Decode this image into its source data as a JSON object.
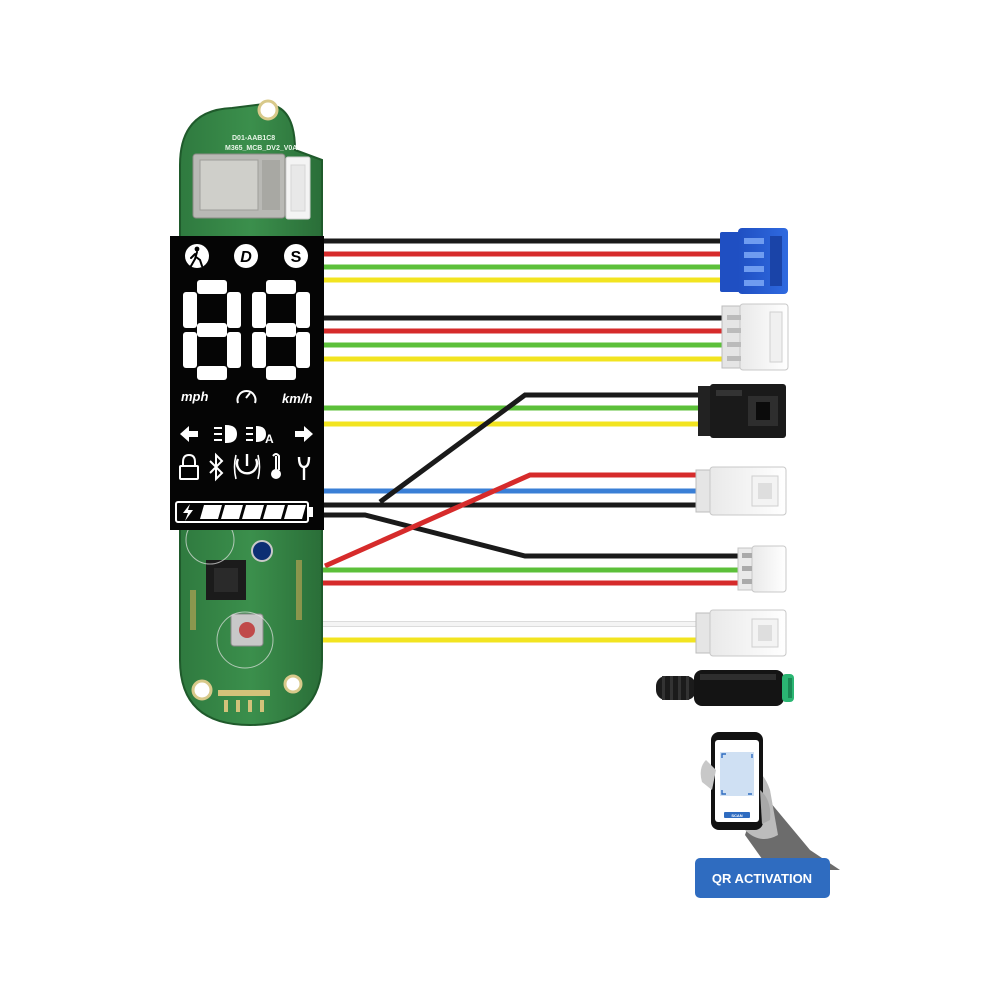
{
  "board": {
    "silkscreen_line1": "D01-AAB1C8",
    "silkscreen_line2": "M365_MCB_DV2_V0A"
  },
  "display": {
    "mode_icons": [
      "walk-mode-icon",
      "drive-mode-icon",
      "sport-mode-icon"
    ],
    "mode_drive_letter": "D",
    "mode_sport_letter": "S",
    "digits": "88",
    "unit_left": "mph",
    "unit_right": "km/h",
    "indicator_row1": [
      "left-arrow-icon",
      "headlight-icon",
      "auto-headlight-icon",
      "right-arrow-icon"
    ],
    "indicator_row1_auto_letter": "A",
    "indicator_row2": [
      "lock-icon",
      "bluetooth-icon",
      "power-icon",
      "temperature-icon",
      "wrench-icon"
    ],
    "battery_segments_lit": 5,
    "battery_segments_total": 5
  },
  "phone": {
    "button_label": "SCAN"
  },
  "badge": {
    "label": "QR ACTIVATION",
    "color": "#2f6cc0"
  },
  "wire_colors": {
    "black": "#1a1a1a",
    "red": "#d62b2b",
    "green": "#5cc03a",
    "yellow": "#f2e420",
    "blue": "#3a7fd6",
    "white": "#f4f4f4"
  }
}
